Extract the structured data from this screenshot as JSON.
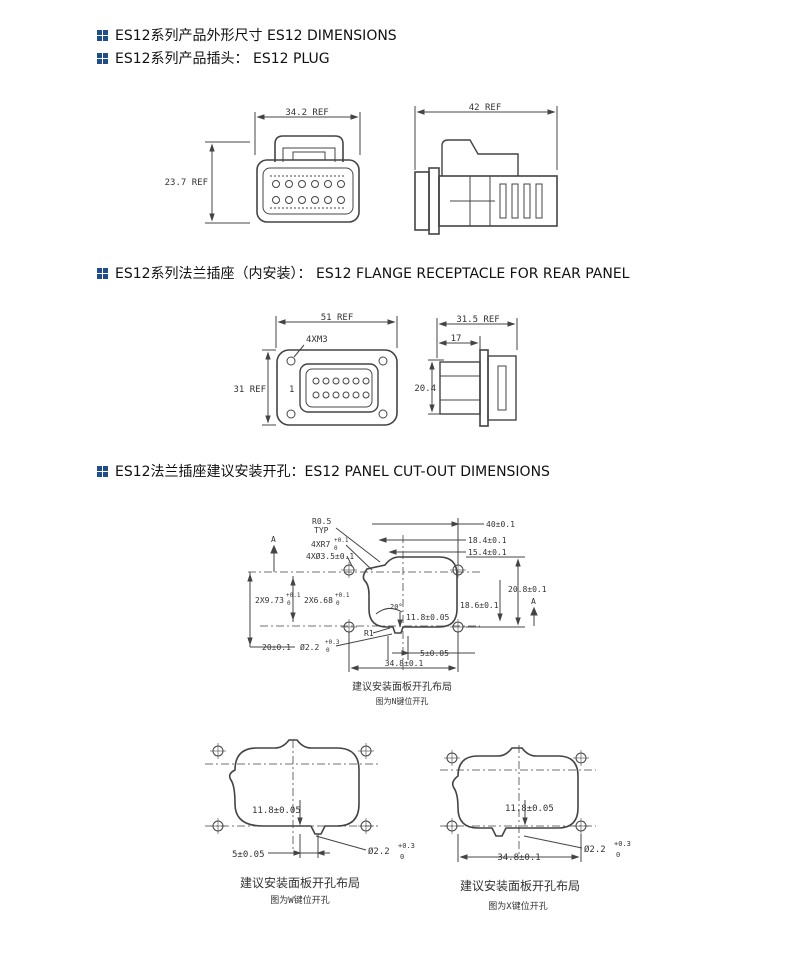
{
  "headings": {
    "dimensions": "ES12系列产品外形尺寸 ES12 DIMENSIONS",
    "plug": "ES12系列产品插头：  ES12 PLUG",
    "flange": "ES12系列法兰插座（内安装）：  ES12 FLANGE RECEPTACLE FOR REAR PANEL",
    "cutout": "ES12法兰插座建议安装开孔：ES12 PANEL CUT-OUT DIMENSIONS"
  },
  "colors": {
    "bullet": "#1f4e8c",
    "line": "#444444"
  },
  "plug": {
    "width_label": "34.2 REF",
    "height_label": "23.7 REF",
    "side_width_label": "42 REF"
  },
  "flange": {
    "width_label": "51 REF",
    "height_label": "31 REF",
    "screws_label": "4XM3",
    "pin1_label": "1",
    "side_width_label": "31.5 REF",
    "side_depth_label": "17",
    "side_height_label": "20.4"
  },
  "cutout": {
    "radius_label": "R0.5",
    "typ_label": "TYP",
    "r7_label": "4XR7",
    "r7_tol": "+0.1",
    "r7_tol_low": "0",
    "hole_label": "4XØ3.5±0.1",
    "w40_label": "40±0.1",
    "w184_label": "18.4±0.1",
    "w154_label": "15.4±0.1",
    "h208_label": "20.8±0.1",
    "h186_label": "18.6±0.1",
    "pitch973_label": "2X9.73",
    "pitch973_tol": "+0.1",
    "pitch973_tol_low": "0",
    "pitch668_label": "2X6.68",
    "pitch668_tol": "+0.1",
    "pitch668_tol_low": "0",
    "angle_label": "20°",
    "h118_label": "11.8±0.05",
    "r1_label": "R1",
    "d22_label": "Ø2.2",
    "d22_tol": "+0.3",
    "d22_tol_low": "0",
    "w5_label": "5±0.05",
    "w20_label": "20±0.1",
    "w348_label": "34.8±0.1",
    "datum_a": "A",
    "caption": "建议安装面板开孔布局",
    "subcaption": "图为N键位开孔"
  },
  "cutout_w": {
    "h118_label": "11.8±0.05",
    "w5_label": "5±0.05",
    "d22_label": "Ø2.2",
    "d22_tol": "+0.3",
    "d22_tol_low": "0",
    "caption": "建议安装面板开孔布局",
    "subcaption": "图为W键位开孔"
  },
  "cutout_x": {
    "h118_label": "11.8±0.05",
    "w348_label": "34.8±0.1",
    "d22_label": "Ø2.2",
    "d22_tol": "+0.3",
    "d22_tol_low": "0",
    "caption": "建议安装面板开孔布局",
    "subcaption": "图为X键位开孔"
  }
}
